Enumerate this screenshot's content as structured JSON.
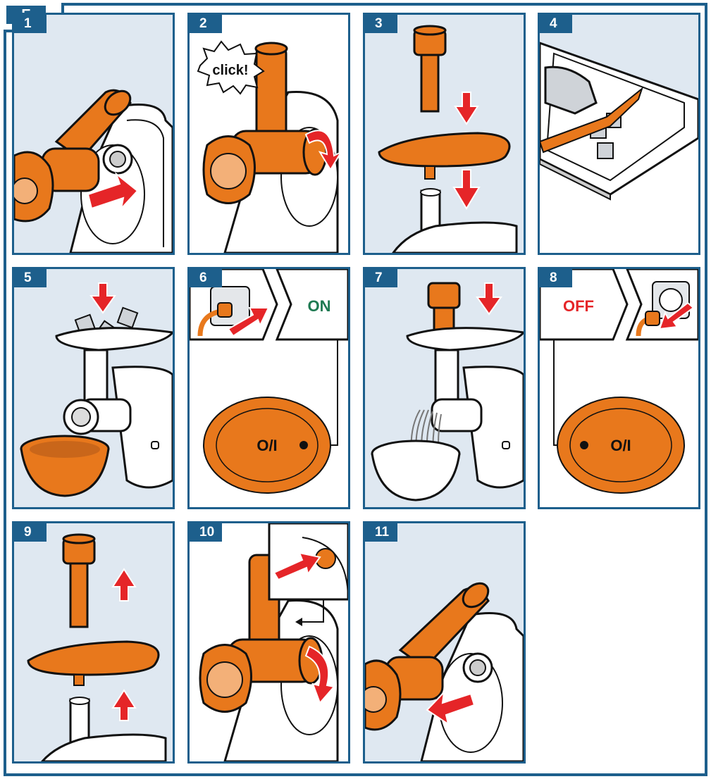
{
  "section": {
    "label": "E"
  },
  "steps": [
    {
      "number": "1"
    },
    {
      "number": "2",
      "callout": "click!"
    },
    {
      "number": "3"
    },
    {
      "number": "4"
    },
    {
      "number": "5"
    },
    {
      "number": "6",
      "state": "ON",
      "switch": "O/I"
    },
    {
      "number": "7"
    },
    {
      "number": "8",
      "state": "OFF",
      "switch": "O/I"
    },
    {
      "number": "9"
    },
    {
      "number": "10"
    },
    {
      "number": "11"
    }
  ],
  "colors": {
    "frame": "#1d5f8c",
    "panel_bg": "#dfe8f1",
    "part_orange": "#e8781c",
    "arrow_red": "#e52528",
    "on_green": "#1f7a52",
    "off_red": "#e52528"
  },
  "icons": [
    "grinder-head-icon",
    "motor-unit-icon",
    "push-arrow-icon",
    "rotate-arrow-icon",
    "pusher-icon",
    "tray-icon",
    "meat-cubes-icon",
    "knife-icon",
    "plug-icon",
    "socket-icon",
    "switch-icon",
    "bowl-icon",
    "release-button-icon"
  ]
}
